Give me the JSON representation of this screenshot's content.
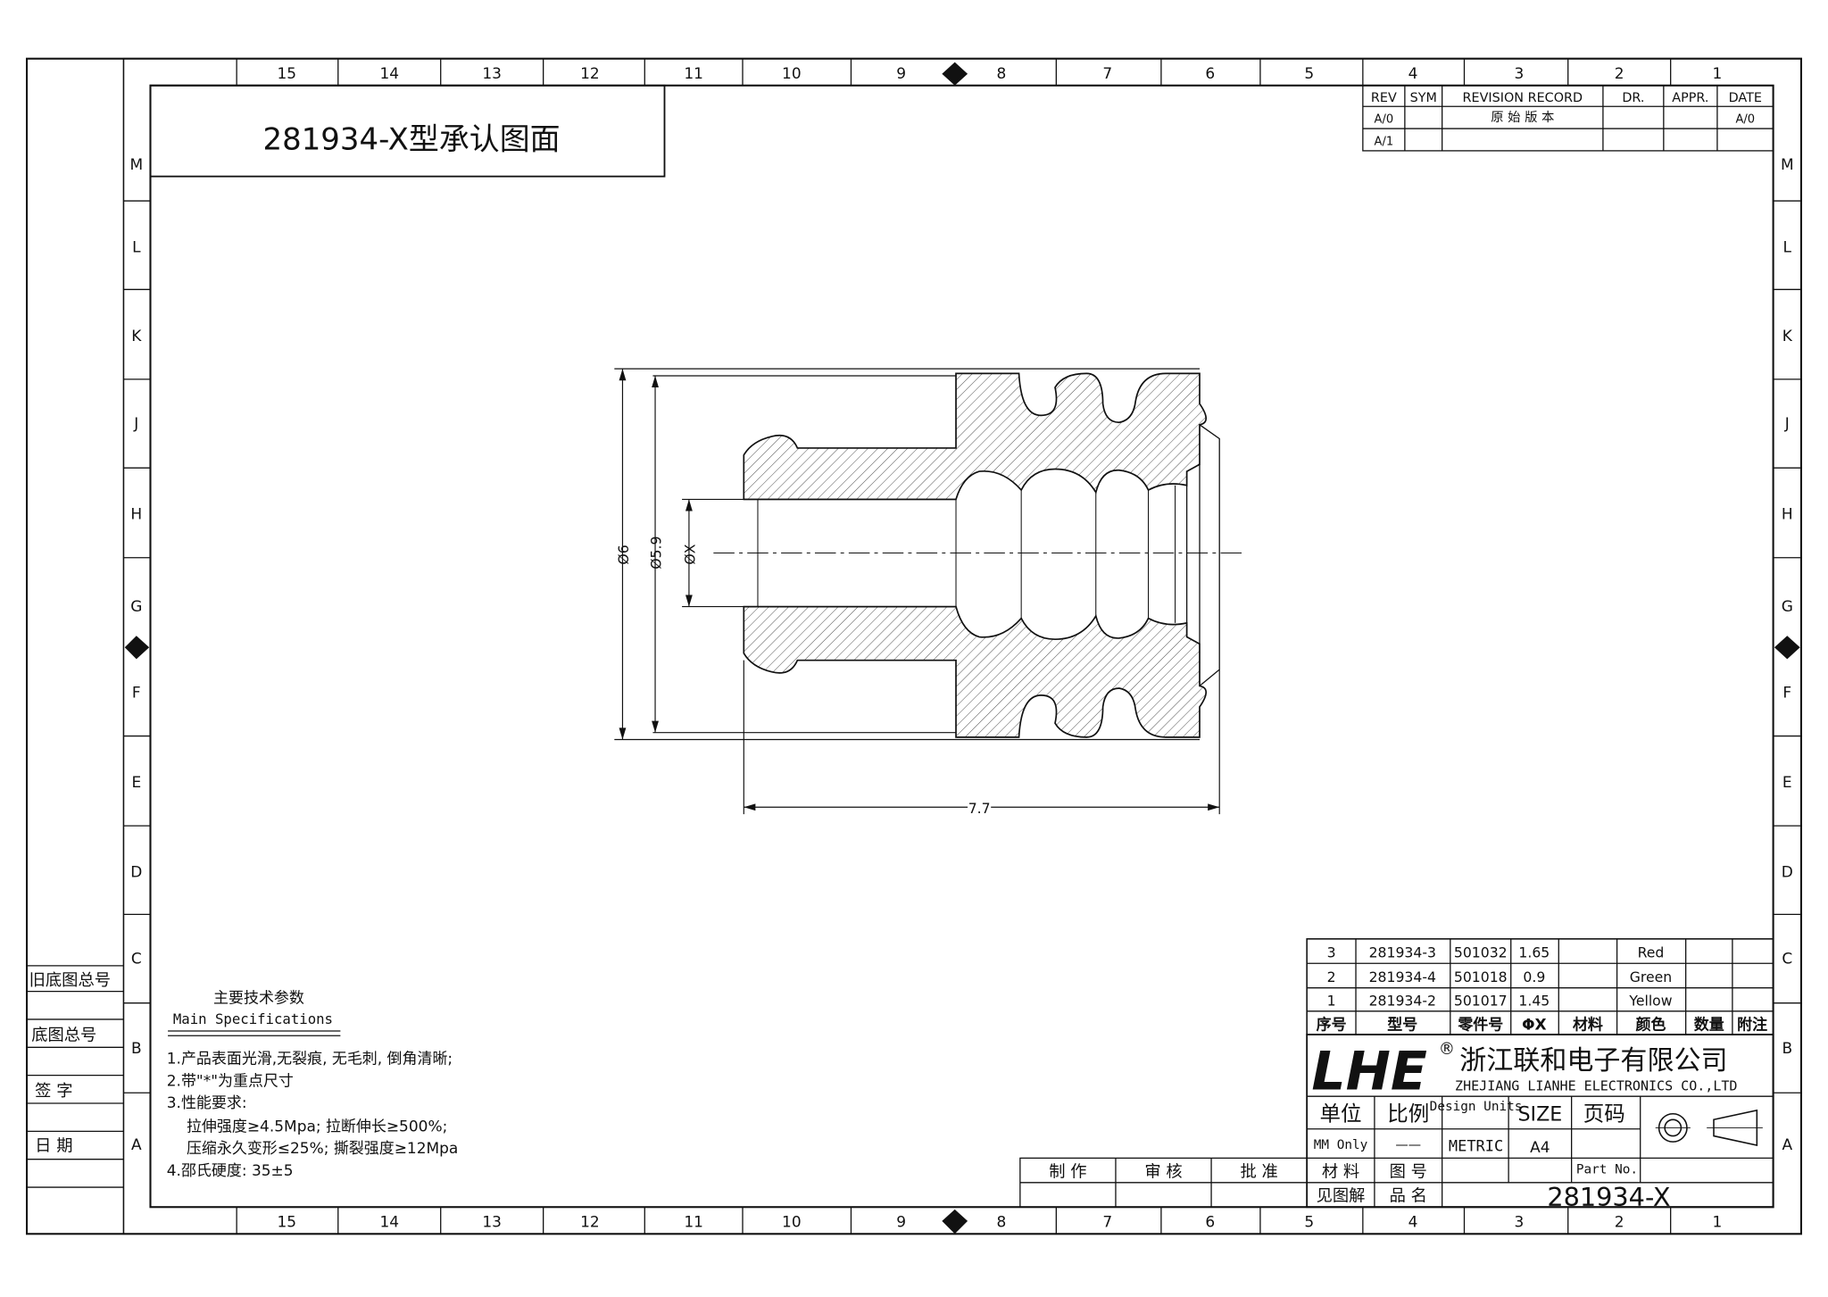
{
  "drawing": {
    "title": "281934-X型承认图面",
    "part_no_label": "Part No.",
    "part_no": "281934-X"
  },
  "grid": {
    "columns": [
      "15",
      "14",
      "13",
      "12",
      "11",
      "10",
      "9",
      "8",
      "7",
      "6",
      "5",
      "4",
      "3",
      "2",
      "1"
    ],
    "rows": [
      "M",
      "L",
      "K",
      "J",
      "H",
      "G",
      "F",
      "E",
      "D",
      "C",
      "B",
      "A"
    ]
  },
  "revision_table": {
    "headers": [
      "REV",
      "SYM",
      "REVISION RECORD",
      "DR.",
      "APPR.",
      "DATE"
    ],
    "rows": [
      {
        "rev": "A/0",
        "sym": "",
        "record": "原 始 版 本",
        "dr": "",
        "appr": "",
        "date": "A/0"
      },
      {
        "rev": "A/1",
        "sym": "",
        "record": "",
        "dr": "",
        "appr": "",
        "date": ""
      }
    ]
  },
  "dimensions": {
    "outer_dia": "Ø6",
    "mid_dia": "Ø5.9",
    "inner_dia": "ØX",
    "length": "7.7"
  },
  "specs": {
    "heading_cn": "主要技术参数",
    "heading_en": "Main Specifications",
    "items": [
      "1.产品表面光滑,无裂痕, 无毛刺, 倒角清晰;",
      "2.带\"*\"为重点尺寸",
      "3.性能要求:",
      "拉伸强度≥4.5Mpa; 拉断伸长≥500%;",
      "压缩永久变形≤25%; 撕裂强度≥12Mpa",
      "4.邵氏硬度: 35±5"
    ]
  },
  "left_strip": {
    "labels": [
      "旧底图总号",
      "底图总号",
      "签 字",
      "日 期"
    ]
  },
  "bom": {
    "headers": [
      "序号",
      "型号",
      "零件号",
      "ΦX",
      "材料",
      "颜色",
      "数量",
      "附注"
    ],
    "rows": [
      {
        "no": "3",
        "model": "281934-3",
        "part": "501032",
        "dia": "1.65",
        "material": "",
        "color": "Red",
        "qty": "",
        "note": ""
      },
      {
        "no": "2",
        "model": "281934-4",
        "part": "501018",
        "dia": "0.9",
        "material": "",
        "color": "Green",
        "qty": "",
        "note": ""
      },
      {
        "no": "1",
        "model": "281934-2",
        "part": "501017",
        "dia": "1.45",
        "material": "",
        "color": "Yellow",
        "qty": "",
        "note": ""
      }
    ]
  },
  "title_block": {
    "logo": "LHE",
    "registered": "®",
    "company_cn": "浙江联和电子有限公司",
    "company_en": "ZHEJIANG LIANHE ELECTRONICS CO.,LTD",
    "unit_label": "单位",
    "scale_label": "比例",
    "design_units_label": "Design Units",
    "size_label": "SIZE",
    "page_label": "页码",
    "unit_value": "MM Only",
    "scale_value": "——",
    "design_units_value": "METRIC",
    "size_value": "A4",
    "make_label": "制 作",
    "check_label": "审 核",
    "approve_label": "批 准",
    "material_label": "材 料",
    "drawing_no_label": "图 号",
    "see_label": "见图解",
    "name_label": "品 名"
  },
  "colors": {
    "line": "#111111",
    "hatch": "#444444",
    "background": "#ffffff"
  }
}
